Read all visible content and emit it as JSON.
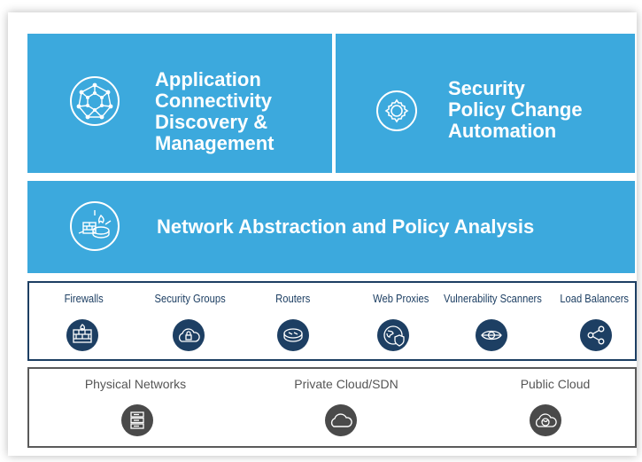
{
  "top_left": {
    "title": "Application\nConnectivity\nDiscovery &\nManagement",
    "icon": "network-sphere-icon"
  },
  "top_right": {
    "title": "Security\nPolicy Change\nAutomation",
    "icon": "gear-cycle-icon"
  },
  "middle": {
    "title": "Network Abstraction and Policy Analysis",
    "icon": "network-devices-icon"
  },
  "technologies": [
    {
      "label": "Firewalls",
      "icon": "firewall-icon"
    },
    {
      "label": "Security Groups",
      "icon": "cloud-lock-icon"
    },
    {
      "label": "Routers",
      "icon": "router-icon"
    },
    {
      "label": "Web Proxies",
      "icon": "globe-shield-icon"
    },
    {
      "label": "Vulnerability Scanners",
      "icon": "eye-scan-icon"
    },
    {
      "label": "Load Balancers",
      "icon": "share-nodes-icon"
    }
  ],
  "infrastructure": [
    {
      "label": "Physical Networks",
      "icon": "server-rack-icon"
    },
    {
      "label": "Private Cloud/SDN",
      "icon": "cloud-icon"
    },
    {
      "label": "Public Cloud",
      "icon": "cloud-globe-icon"
    }
  ],
  "colors": {
    "block_blue": "#3ca9dd",
    "navy": "#1d3f63",
    "gray": "#4a4a4a"
  }
}
